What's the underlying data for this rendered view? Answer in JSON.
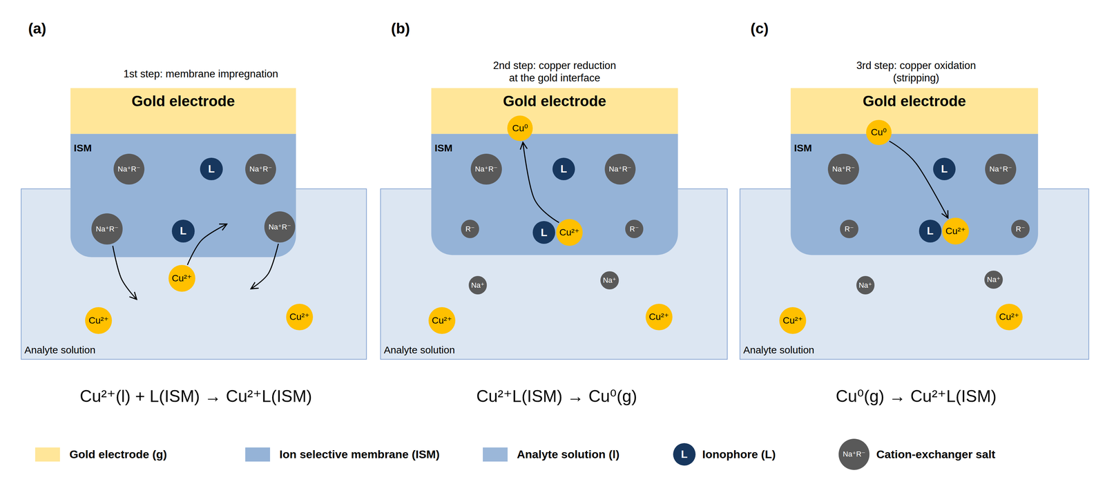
{
  "diagram": {
    "nodes": [
      {
        "text": [
          "Gold electrode"
        ]
      },
      {
        "text": [
          "ISM"
        ]
      },
      {
        "text": [
          "Na⁺R⁻"
        ],
        "in": 1
      },
      {
        "text": [
          "L"
        ],
        "in": 1
      },
      {
        "text": [
          "Na⁺R⁻"
        ],
        "in": 1
      },
      {
        "text": [
          "Na⁺R⁻"
        ],
        "in": 1
      },
      {
        "text": [
          "L"
        ],
        "in": 1
      },
      {
        "text": [
          "Na⁺R⁻"
        ],
        "in": 1
      },
      {
        "text": [
          "Analyte solution"
        ]
      },
      {
        "text": [
          "Cu²⁺"
        ],
        "in": 8
      },
      {
        "text": [
          "Cu²⁺"
        ],
        "in": 8
      },
      {
        "text": [
          "Cu²⁺"
        ],
        "in": 8
      },
      {
        "text": [
          "Gold electrode"
        ]
      },
      {
        "text": [
          "Cu⁰"
        ]
      },
      {
        "text": [
          "ISM"
        ]
      },
      {
        "text": [
          "Na⁺R⁻"
        ],
        "in": 14
      },
      {
        "text": [
          "L"
        ],
        "in": 14
      },
      {
        "text": [
          "Na⁺R⁻"
        ],
        "in": 14
      },
      {
        "text": [
          "R⁻"
        ],
        "in": 14
      },
      {
        "text": [
          "L"
        ],
        "in": 14
      },
      {
        "text": [
          "Cu²⁺"
        ],
        "in": 14
      },
      {
        "text": [
          "R⁻"
        ],
        "in": 14
      },
      {
        "text": [
          "Analyte solution"
        ]
      },
      {
        "text": [
          "Na⁺"
        ],
        "in": 22
      },
      {
        "text": [
          "Na⁺"
        ],
        "in": 22
      },
      {
        "text": [
          "Cu²⁺"
        ],
        "in": 22
      },
      {
        "text": [
          "Cu²⁺"
        ],
        "in": 22
      },
      {
        "text": [
          "Gold electrode"
        ]
      },
      {
        "text": [
          "Cu⁰"
        ]
      },
      {
        "text": [
          "ISM"
        ]
      },
      {
        "text": [
          "Na⁺R⁻"
        ],
        "in": 29
      },
      {
        "text": [
          "L"
        ],
        "in": 29
      },
      {
        "text": [
          "Na⁺R⁻"
        ],
        "in": 29
      },
      {
        "text": [
          "R⁻"
        ],
        "in": 29
      },
      {
        "text": [
          "L"
        ],
        "in": 29
      },
      {
        "text": [
          "Cu²⁺"
        ],
        "in": 29
      },
      {
        "text": [
          "R⁻"
        ],
        "in": 29
      },
      {
        "text": [
          "Analyte solution"
        ]
      },
      {
        "text": [
          "Na⁺"
        ],
        "in": 37
      },
      {
        "text": [
          "Na⁺"
        ],
        "in": 37
      },
      {
        "text": [
          "Cu²⁺"
        ],
        "in": 37
      },
      {
        "text": [
          "Cu²⁺"
        ],
        "in": 37
      }
    ],
    "edges": [
      {
        "from": 20,
        "to": 13,
        "arrow": "to"
      },
      {
        "from": 28,
        "to": 35,
        "arrow": "to"
      }
    ],
    "labels": [
      "(a)",
      "1st step: membrane impregnation",
      "(b)",
      "2nd step: copper reduction at the gold interface",
      "(c)",
      "3rd step: copper oxidation (stripping)",
      "Cu²⁺(l) + L(ISM) → Cu²⁺L(ISM)",
      "Cu²⁺L(ISM) → Cu⁰(g)",
      "Cu⁰(g) → Cu²⁺L(ISM)",
      "L",
      "Na⁺R⁻"
    ],
    "legend": [
      {
        "text": "Gold electrode (g)",
        "color": "#ffe699"
      },
      {
        "text": "Ion selective membrane (ISM)",
        "color": "#95b3d7"
      },
      {
        "text": "Analyte solution (l)",
        "color": "#9bb7d9"
      },
      {
        "text": "Ionophore (L)"
      },
      {
        "text": "Cation-exchanger salt"
      }
    ]
  }
}
